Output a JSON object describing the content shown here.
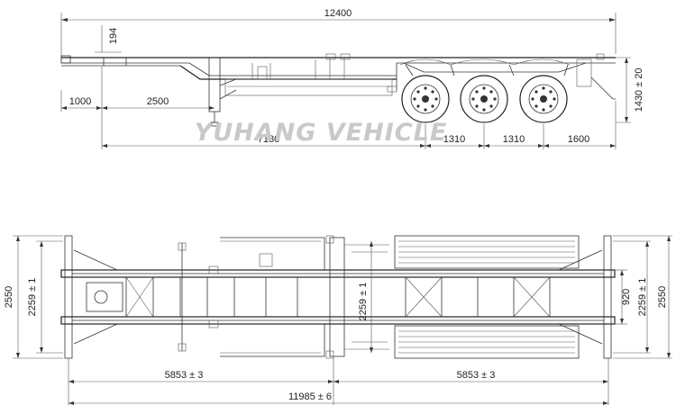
{
  "watermark": "YUHANG VEHICLE",
  "side_view": {
    "overall_length": "12400",
    "kingpin_height": "194",
    "front_overhang": "1000",
    "landing_gear_offset": "2500",
    "kingpin_to_axle": "7180",
    "axle_spacing_1": "1310",
    "axle_spacing_2": "1310",
    "rear_overhang": "1600",
    "deck_height": "1430 ± 20"
  },
  "plan_view": {
    "overall_width": "2550",
    "locks_width_left": "2259 ± 1",
    "center_locks_width": "2259 ± 1",
    "beam_spacing": "920",
    "locks_width_right": "2259 ± 1",
    "overall_width_right": "2550",
    "front_lock_span": "5853  ± 3",
    "rear_lock_span": "5853  ± 3",
    "total_lock_span": "11985 ± 6"
  }
}
